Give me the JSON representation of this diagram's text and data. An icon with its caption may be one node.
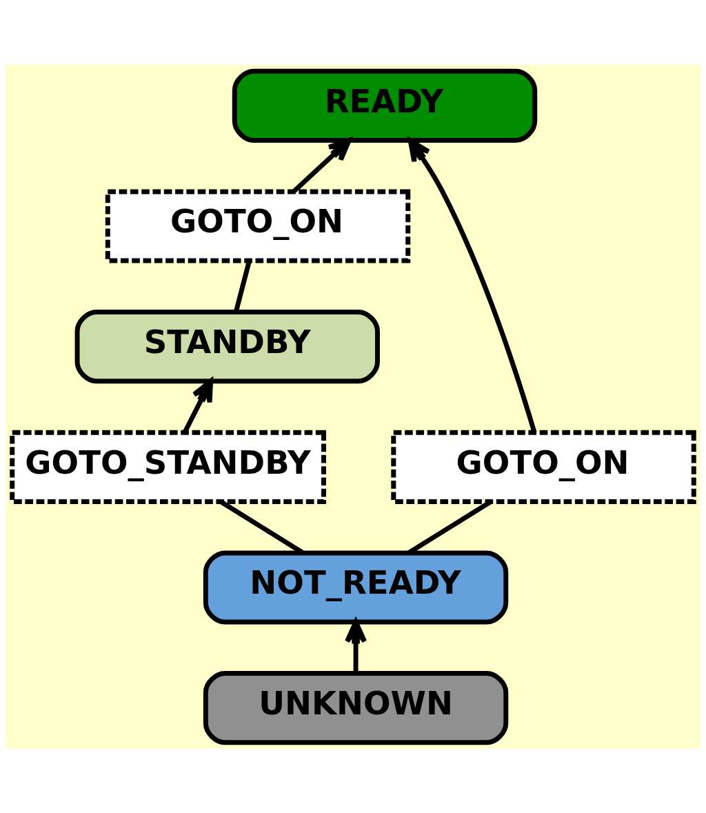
{
  "diagram": {
    "nodes": [
      {
        "text": [
          "READY"
        ]
      },
      {
        "text": [
          "GOTO_ON"
        ]
      },
      {
        "text": [
          "STANDBY"
        ]
      },
      {
        "text": [
          "GOTO_STANDBY"
        ]
      },
      {
        "text": [
          "GOTO_ON"
        ]
      },
      {
        "text": [
          "NOT_READY"
        ]
      },
      {
        "text": [
          "UNKNOWN"
        ]
      }
    ],
    "edges": [
      {
        "from": 1,
        "to": 0,
        "arrow": "to"
      },
      {
        "from": 2,
        "to": 1,
        "arrow": "none"
      },
      {
        "from": 3,
        "to": 2,
        "arrow": "to"
      },
      {
        "from": 5,
        "to": 3,
        "arrow": "none"
      },
      {
        "from": 5,
        "to": 4,
        "arrow": "none"
      },
      {
        "from": 4,
        "to": 0,
        "arrow": "to"
      },
      {
        "from": 6,
        "to": 5,
        "arrow": "to"
      }
    ]
  }
}
